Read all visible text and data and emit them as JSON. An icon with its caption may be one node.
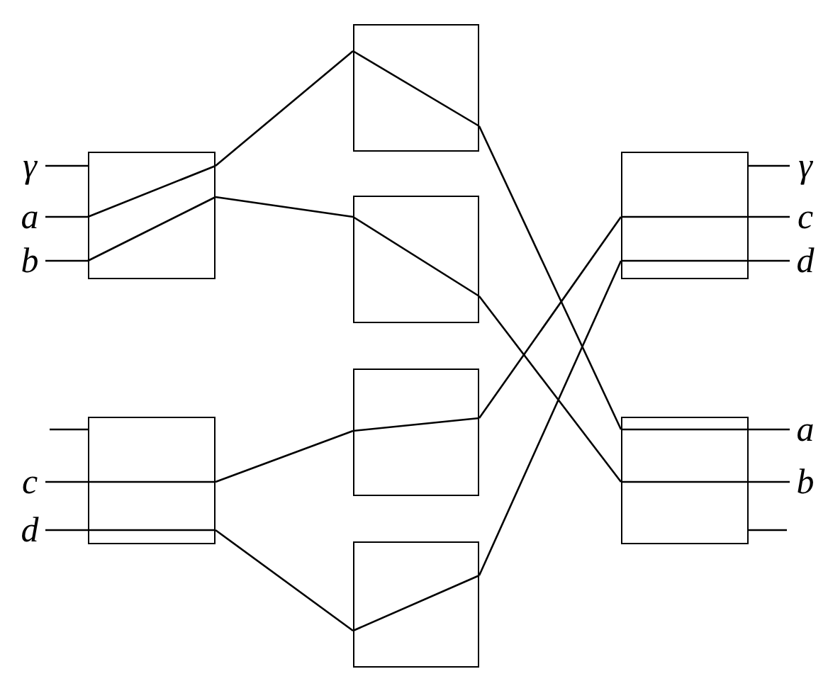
{
  "diagram": {
    "nodes": [
      {
        "text": [],
        "shape": "box"
      },
      {
        "text": [],
        "shape": "box"
      },
      {
        "text": [],
        "shape": "box"
      },
      {
        "text": [],
        "shape": "box"
      },
      {
        "text": [],
        "shape": "box"
      },
      {
        "text": [],
        "shape": "box"
      },
      {
        "text": [],
        "shape": "box"
      },
      {
        "text": [],
        "shape": "box"
      },
      {
        "text": [
          "γ"
        ]
      },
      {
        "text": [
          "a"
        ]
      },
      {
        "text": [
          "b"
        ]
      },
      {
        "text": [
          "c"
        ]
      },
      {
        "text": [
          "d"
        ]
      },
      {
        "text": [
          "γ"
        ]
      },
      {
        "text": [
          "c"
        ]
      },
      {
        "text": [
          "d"
        ]
      },
      {
        "text": [
          "a"
        ]
      },
      {
        "text": [
          "b"
        ]
      }
    ],
    "edges": [
      {
        "from": 8,
        "to": 0,
        "arrow": "none"
      },
      {
        "from": 9,
        "to": 0,
        "arrow": "none"
      },
      {
        "from": 10,
        "to": 0,
        "arrow": "none"
      },
      {
        "from": null,
        "to": 1,
        "arrow": "none"
      },
      {
        "from": 11,
        "to": 1,
        "arrow": "none"
      },
      {
        "from": 12,
        "to": 1,
        "arrow": "none"
      },
      {
        "from": 6,
        "to": 13,
        "arrow": "none"
      },
      {
        "from": 6,
        "to": 14,
        "arrow": "none"
      },
      {
        "from": 6,
        "to": 15,
        "arrow": "none"
      },
      {
        "from": 7,
        "to": 16,
        "arrow": "none"
      },
      {
        "from": 7,
        "to": 17,
        "arrow": "none"
      },
      {
        "from": 7,
        "to": null,
        "arrow": "none"
      },
      {
        "from": 0,
        "to": 2,
        "arrow": "none"
      },
      {
        "from": 0,
        "to": 3,
        "arrow": "none"
      },
      {
        "from": 1,
        "to": 4,
        "arrow": "none"
      },
      {
        "from": 1,
        "to": 5,
        "arrow": "none"
      },
      {
        "from": 2,
        "to": 7,
        "arrow": "none"
      },
      {
        "from": 3,
        "to": 7,
        "arrow": "none"
      },
      {
        "from": 4,
        "to": 6,
        "arrow": "none"
      },
      {
        "from": 5,
        "to": 6,
        "arrow": "none"
      }
    ]
  }
}
